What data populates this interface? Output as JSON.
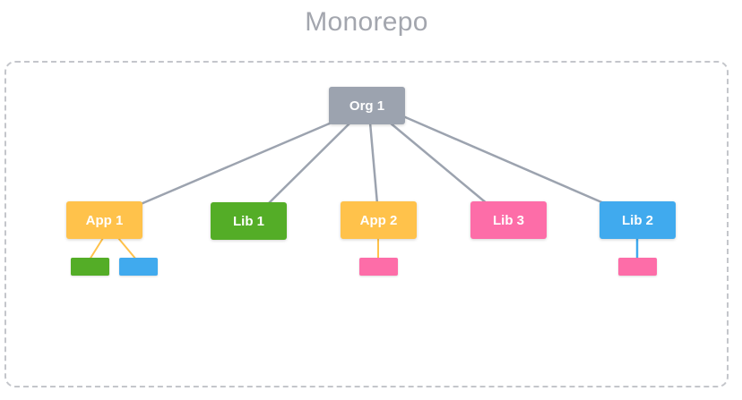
{
  "diagram": {
    "title": "Monorepo",
    "colors": {
      "org": "#9ca3af",
      "app": "#ffc24b",
      "lib1": "#54ad27",
      "lib3": "#fd6da8",
      "lib2": "#40aaee",
      "line": "#9ca3af"
    },
    "nodes": {
      "org1": "Org 1",
      "app1": "App 1",
      "lib1": "Lib 1",
      "app2": "App 2",
      "lib3": "Lib 3",
      "lib2": "Lib 2"
    }
  }
}
